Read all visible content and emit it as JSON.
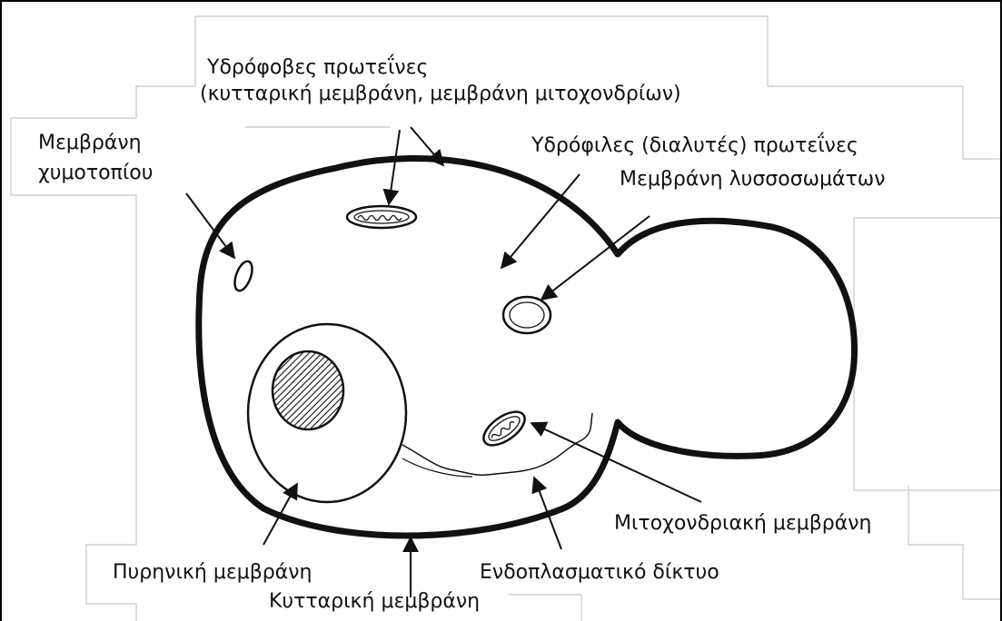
{
  "labels": {
    "hydrophobic_proteins": "Υδρόφοβες πρωτεΐνες",
    "hydrophobic_proteins_detail": "(κυτταρική μεμβράνη, μεμβράνη μιτοχονδρίων)",
    "vacuole_membrane_line1": "Μεμβράνη",
    "vacuole_membrane_line2": "χυμοτοπίου",
    "hydrophilic_proteins": "Υδρόφιλες (διαλυτές) πρωτεΐνες",
    "lysosome_membrane": "Μεμβράνη λυσσοσωμάτων",
    "mitochondrial_membrane": "Μιτοχονδριακή μεμβράνη",
    "nuclear_membrane": "Πυρηνική μεμβράνη",
    "endoplasmic_reticulum": "Ενδοπλασματικό δίκτυο",
    "cell_membrane": "Κυτταρική μεμβράνη"
  },
  "colors": {
    "line": "#111111",
    "frame": "#000000",
    "background_outline": "#c8c8c8"
  }
}
